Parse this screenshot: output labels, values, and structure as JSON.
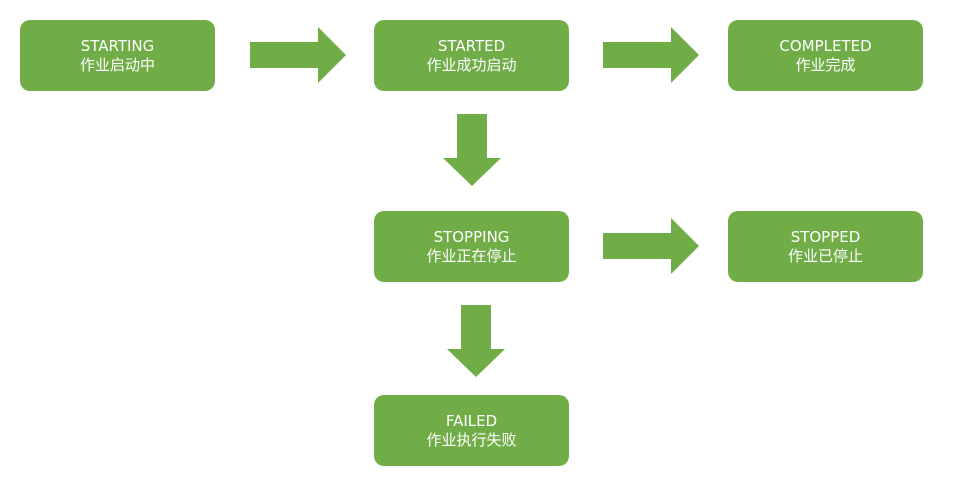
{
  "colors": {
    "node_fill": "#70ad47",
    "arrow_fill": "#70ad47",
    "text": "#ffffff",
    "background": "#ffffff"
  },
  "nodes": {
    "starting": {
      "en": "STARTING",
      "zh": "作业启动中"
    },
    "started": {
      "en": "STARTED",
      "zh": "作业成功启动"
    },
    "completed": {
      "en": "COMPLETED",
      "zh": "作业完成"
    },
    "stopping": {
      "en": "STOPPING",
      "zh": "作业正在停止"
    },
    "stopped": {
      "en": "STOPPED",
      "zh": "作业已停止"
    },
    "failed": {
      "en": "FAILED",
      "zh": "作业执行失败"
    }
  },
  "edges": [
    {
      "from": "starting",
      "to": "started"
    },
    {
      "from": "started",
      "to": "completed"
    },
    {
      "from": "started",
      "to": "stopping"
    },
    {
      "from": "stopping",
      "to": "stopped"
    },
    {
      "from": "stopping",
      "to": "failed"
    }
  ]
}
